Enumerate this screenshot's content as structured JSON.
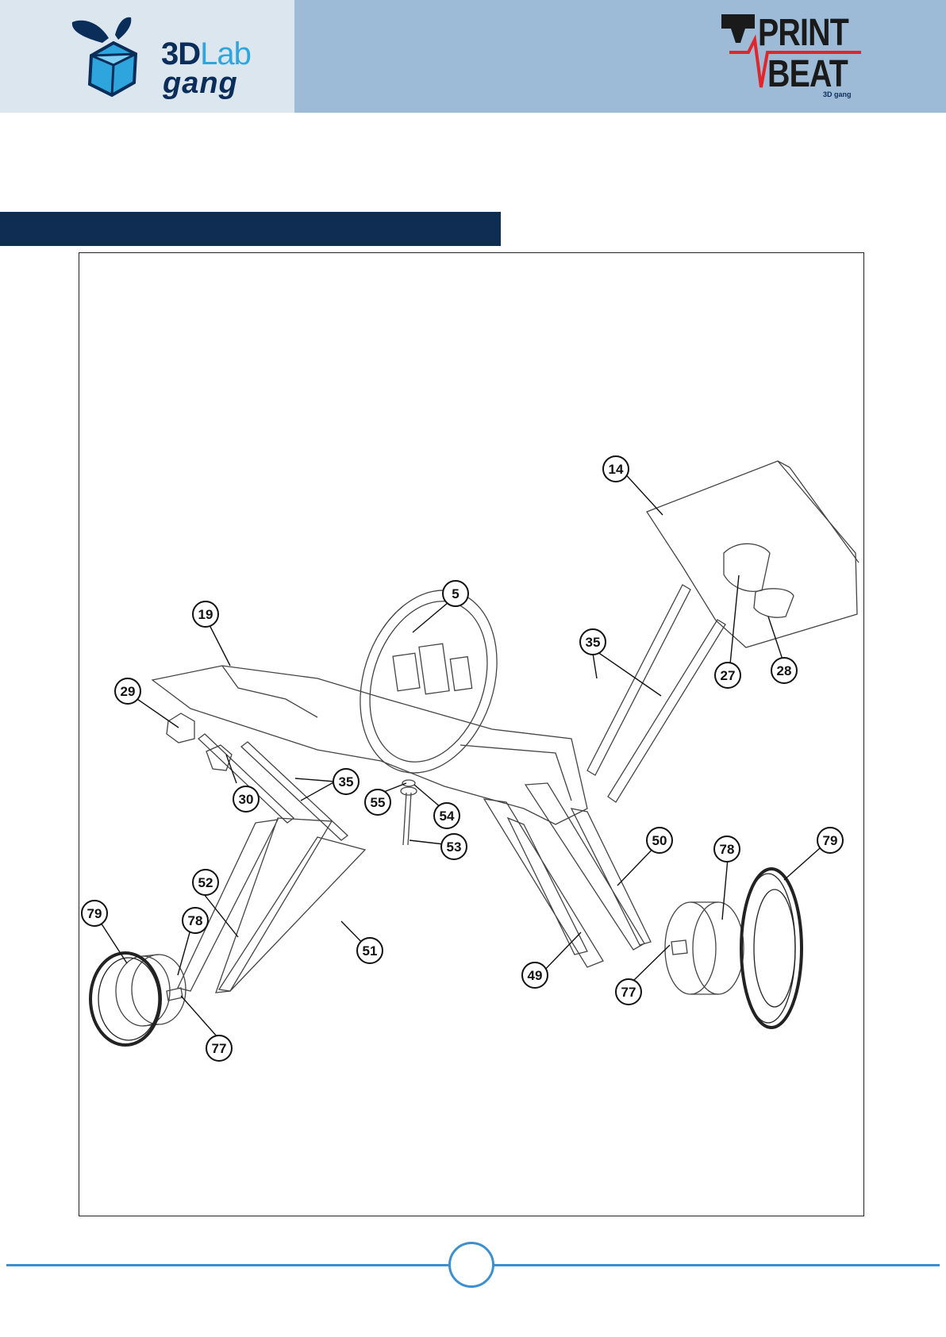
{
  "header": {
    "left_logo": {
      "brand_line1_a": "3D",
      "brand_line1_b": "Lab",
      "brand_line2": "gang",
      "icon": "propeller-cube-icon"
    },
    "right_logo": {
      "word1": "PRINT",
      "word2": "BEAT",
      "small_mark": "3D gang",
      "icon": "nozzle-heartbeat-icon"
    },
    "colors": {
      "left_bg": "#dbe6ef",
      "right_bg": "#9dbbd6",
      "navy": "#0f2d52",
      "accent_blue": "#2ea6dd",
      "red": "#e0262b"
    }
  },
  "section_title": "",
  "diagram": {
    "callouts": [
      "14",
      "5",
      "19",
      "29",
      "27",
      "28",
      "35",
      "35",
      "30",
      "55",
      "54",
      "53",
      "50",
      "78",
      "79",
      "52",
      "51",
      "79",
      "78",
      "49",
      "77",
      "77"
    ]
  },
  "footer": {
    "page_number": "",
    "line_color": "#3d8fcf"
  }
}
